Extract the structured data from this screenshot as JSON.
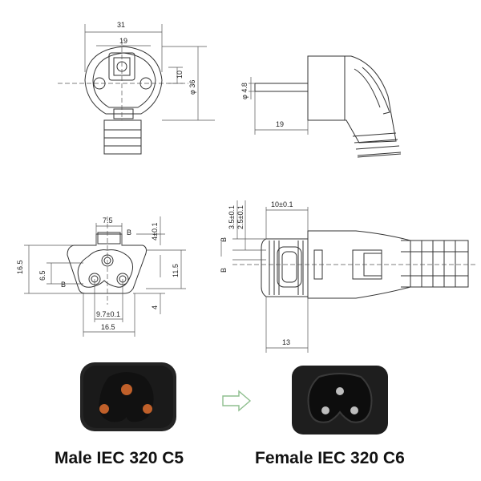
{
  "captions": {
    "male": "Male IEC 320 C5",
    "female": "Female IEC 320 C6"
  },
  "dimensions": {
    "schuko_width": "31",
    "schuko_inner_width": "19",
    "schuko_side_10": "10",
    "schuko_dia_36": "φ 36",
    "pin_diameter": "φ 4.8",
    "pin_length": "19",
    "c5_top": "7.5",
    "c5_4pm": "4±0.1",
    "c5_height": "16.5",
    "c5_inner_h": "6.5",
    "c5_right_h": "11.5",
    "c5_bottom_4": "4",
    "c5_pin_spacing": "9.7±0.1",
    "c5_width": "16.5",
    "c6_10pm": "10±0.1",
    "c6_35pm": "3.5±0.1",
    "c6_25pm": "2.5±0.1",
    "c6_length": "13",
    "section_b1": "B",
    "section_b2": "B",
    "section_b3": "B",
    "section_b4": "B"
  },
  "icons": [
    "arrow-right-icon"
  ],
  "colors": {
    "connector_body": "#222222",
    "pin_copper": "#c0602a",
    "arrow_outline": "#8fbf8f"
  }
}
